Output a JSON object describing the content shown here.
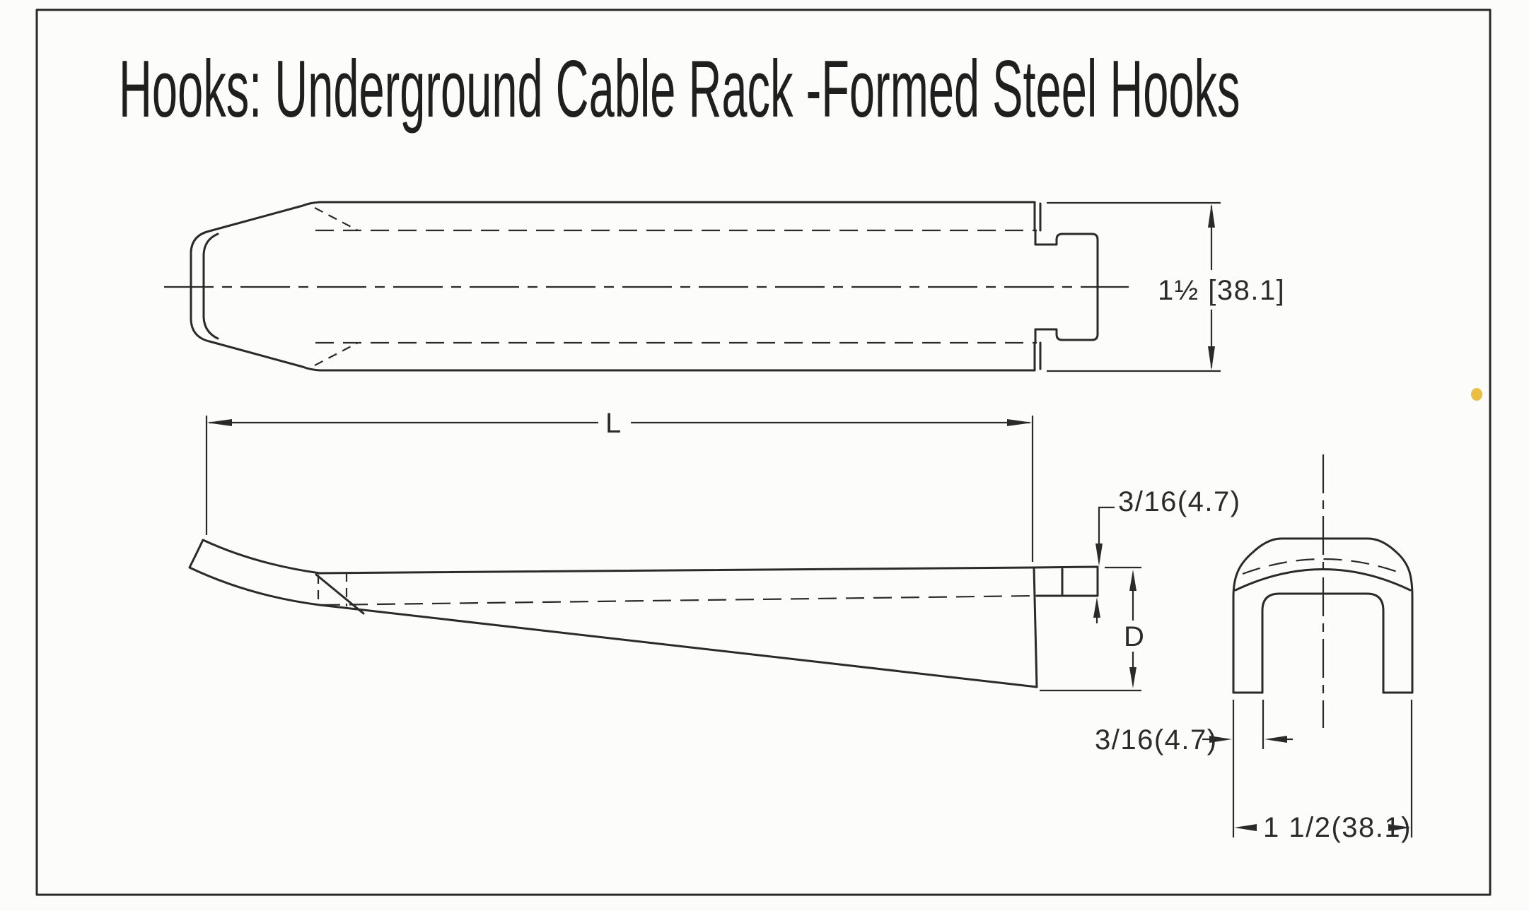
{
  "title": "Hooks: Underground Cable Rack -Formed Steel Hooks",
  "dimensions": {
    "top_view_width": "1½ [38.1]",
    "side_view_length": "L",
    "side_view_plate_thickness": "3/16(4.7)",
    "side_view_depth": "D",
    "end_view_leg_thickness": "3/16(4.7)",
    "end_view_width": "1 1/2(38.1)"
  },
  "colors": {
    "line": "#2a2a2a",
    "paper": "#fcfcfa",
    "artifact_speck": "#e7b833"
  }
}
